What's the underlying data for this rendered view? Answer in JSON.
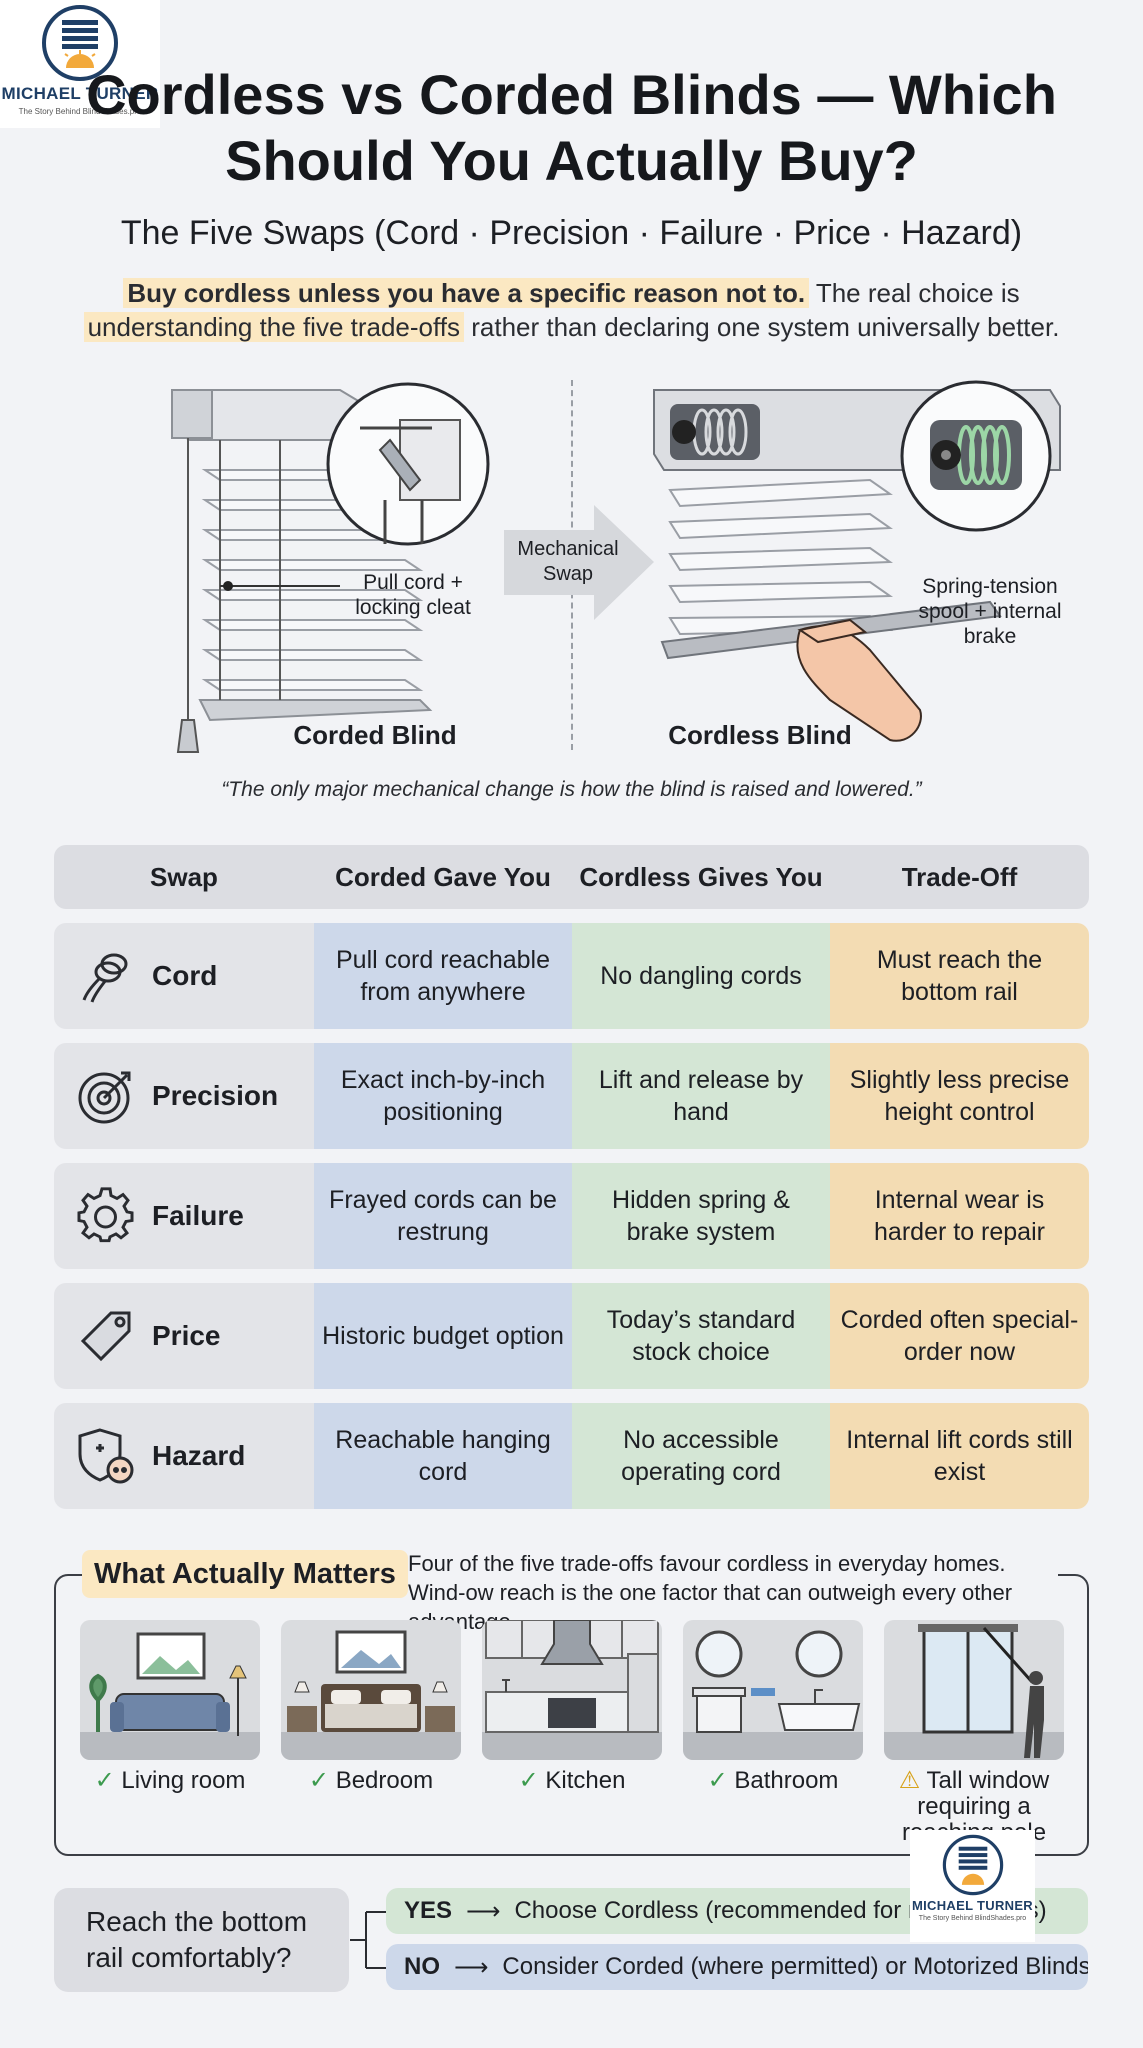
{
  "brand": {
    "name": "MICHAEL TURNER",
    "tagline": "The Story Behind BlindShades.pro"
  },
  "header": {
    "title": "Cordless vs Corded Blinds — Which Should You Actually Buy?",
    "subtitle": "The Five Swaps (Cord · Precision · Failure · Price · Hazard)",
    "intro_bold": "Buy cordless unless you have a specific reason not to.",
    "intro_part2": " The real choice is",
    "intro_highlight": "understanding the five trade-offs",
    "intro_part3": " rather than declaring one system universally better."
  },
  "illustration": {
    "corded_callout": "Pull cord + locking cleat",
    "corded_caption": "Corded Blind",
    "arrow_label": "Mechanical Swap",
    "cordless_callout": "Spring-tension spool + internal brake",
    "cordless_caption": "Cordless Blind",
    "quote": "“The only major mechanical change is how the blind is raised and lowered.”"
  },
  "table": {
    "headers": [
      "Swap",
      "Corded Gave You",
      "Cordless Gives You",
      "Trade-Off"
    ],
    "rows": [
      {
        "icon": "rope-icon",
        "swap": "Cord",
        "corded": "Pull cord reachable from anywhere",
        "cordless": "No dangling cords",
        "tradeoff": "Must reach the bottom rail"
      },
      {
        "icon": "target-icon",
        "swap": "Precision",
        "corded": "Exact inch-by-inch positioning",
        "cordless": "Lift and release by hand",
        "tradeoff": "Slightly less precise height control"
      },
      {
        "icon": "gear-icon",
        "swap": "Failure",
        "corded": "Frayed cords can be restrung",
        "cordless": "Hidden spring & brake system",
        "tradeoff": "Internal wear is harder to repair"
      },
      {
        "icon": "price-tag-icon",
        "swap": "Price",
        "corded": "Historic budget option",
        "cordless": "Today’s standard stock choice",
        "tradeoff": "Corded often special-order now"
      },
      {
        "icon": "child-shield-icon",
        "swap": "Hazard",
        "corded": "Reachable hanging cord",
        "cordless": "No accessible operating cord",
        "tradeoff": "Internal lift cords still exist"
      }
    ]
  },
  "matters": {
    "title": "What Actually Matters",
    "text": "Four of the five trade-offs favour cordless in everyday homes. Wind-ow reach is the one factor that can outweigh every other advantage.",
    "rooms": [
      {
        "icon": "living-room-icon",
        "label": "Living room",
        "status": "check"
      },
      {
        "icon": "bedroom-icon",
        "label": "Bedroom",
        "status": "check"
      },
      {
        "icon": "kitchen-icon",
        "label": "Kitchen",
        "status": "check"
      },
      {
        "icon": "bathroom-icon",
        "label": "Bathroom",
        "status": "check"
      },
      {
        "icon": "tall-window-icon",
        "label": "Tall window requiring a reaching pole",
        "status": "warning"
      }
    ]
  },
  "decision": {
    "question": "Reach the bottom rail comfortably?",
    "yes_key": "YES",
    "yes_text": "Choose Cordless (recommended for most homes)",
    "no_key": "NO",
    "no_text": "Consider Corded (where permitted) or Motorized Blinds",
    "arrow": "⟶"
  },
  "colors": {
    "corded_col": "#cdd8ea",
    "cordless_col": "#d4e6d5",
    "tradeoff_col": "#f3dcb3",
    "highlight": "#fbe8c2",
    "brand_navy": "#1f3f66"
  }
}
